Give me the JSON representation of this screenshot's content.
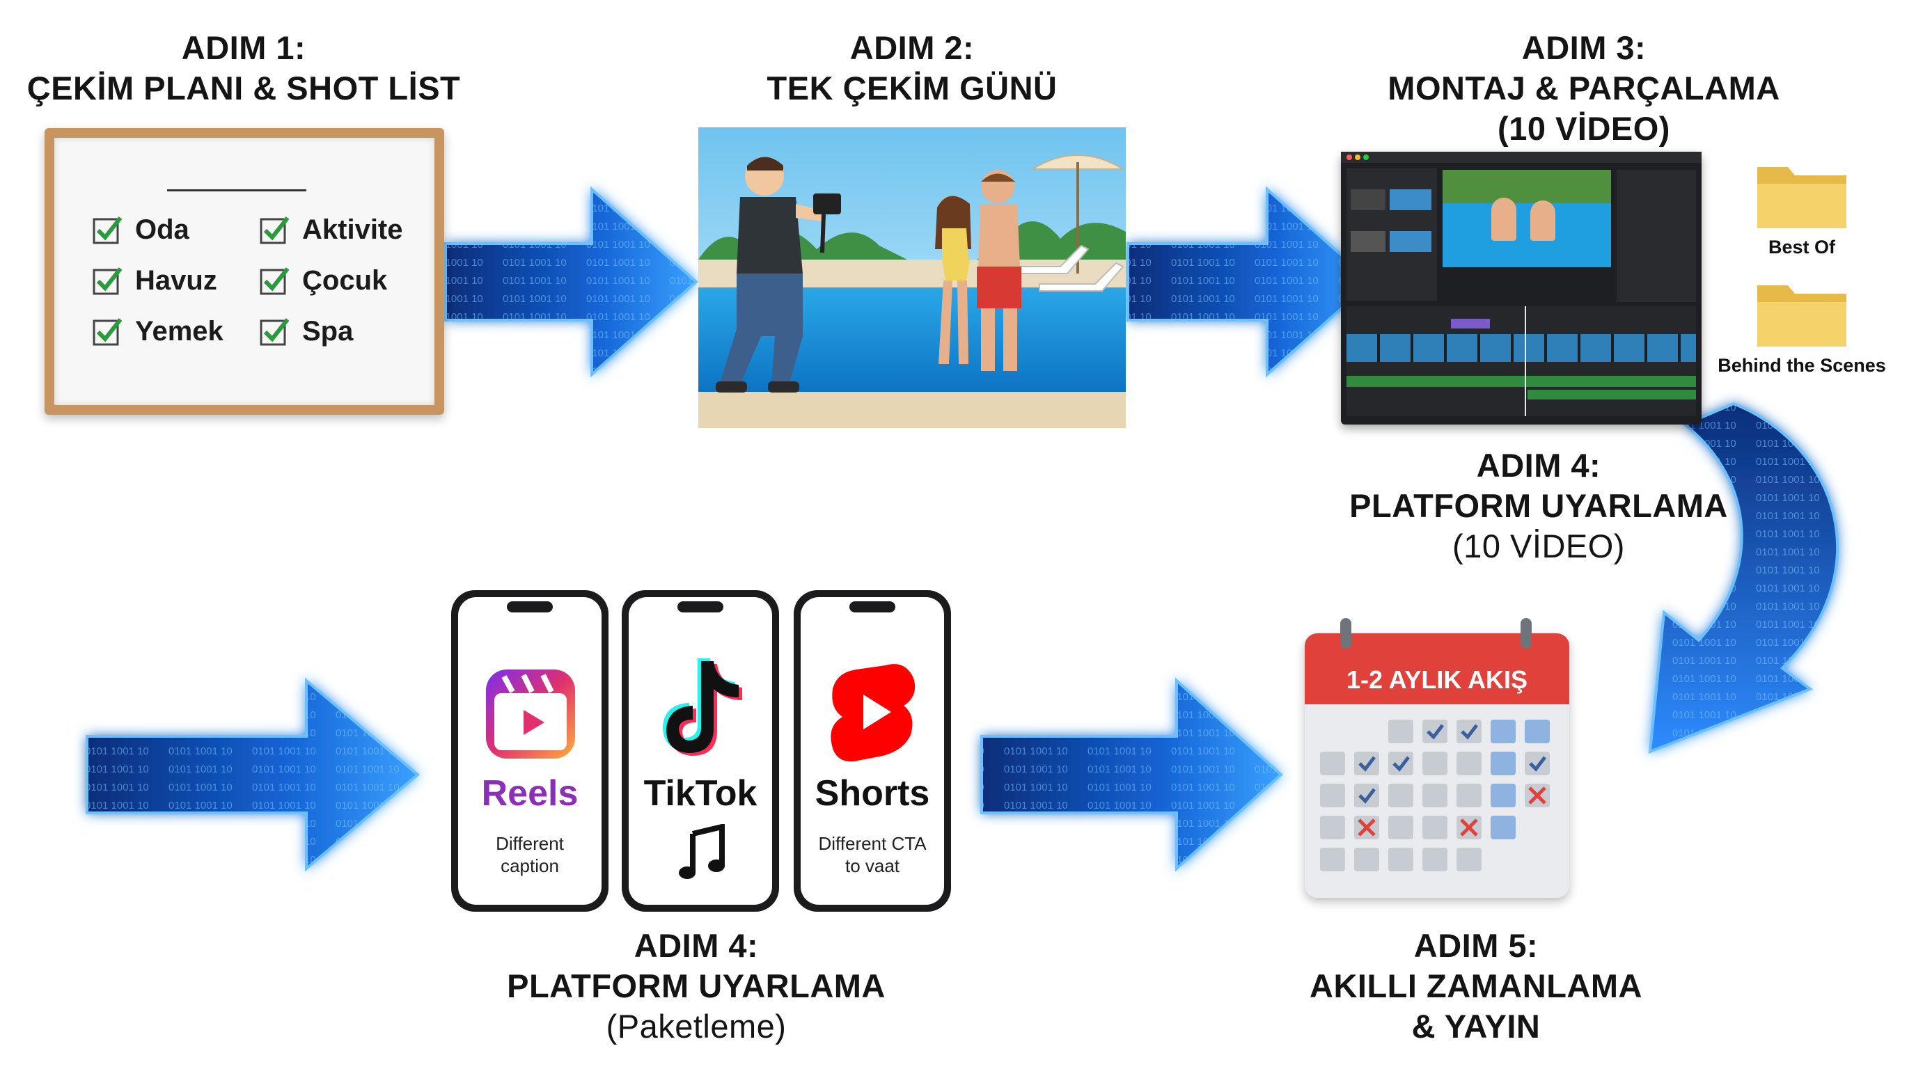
{
  "steps": {
    "step1": {
      "label": "ADIM 1:",
      "title": "ÇEKİM PLANI & SHOT LİST"
    },
    "step2": {
      "label": "ADIM 2:",
      "title": "TEK ÇEKİM GÜNÜ"
    },
    "step3": {
      "label": "ADIM 3:",
      "title": "MONTAJ & PARÇALAMA",
      "sub": "(10 VİDEO)"
    },
    "step4a": {
      "label": "ADIM 4:",
      "title": "PLATFORM UYARLAMA",
      "sub": "(10 VİDEO)"
    },
    "step4b": {
      "label": "ADIM 4:",
      "title": "PLATFORM UYARLAMA",
      "sub": "(Paketleme)"
    },
    "step5": {
      "label": "ADIM 5:",
      "title": "AKILLI ZAMANLAMA",
      "title2": "& YAYIN"
    }
  },
  "checklist": [
    "Oda",
    "Havuz",
    "Yemek",
    "Aktivite",
    "Çocuk",
    "Spa"
  ],
  "folders": [
    "Best Of",
    "Behind the Scenes"
  ],
  "phones": {
    "reels": {
      "name": "Reels",
      "caption": "Different caption"
    },
    "tiktok": {
      "name": "TikTok"
    },
    "shorts": {
      "name": "Shorts",
      "caption": "Different CTA to vaat"
    }
  },
  "calendar": {
    "header": "1-2 AYLIK AKIŞ"
  },
  "colors": {
    "arrow": "#1a6fd8",
    "arrow_glow": "#5fb2ff",
    "check_green": "#2a9b3a",
    "calendar_red": "#e0413b",
    "reels_purple": "#8b2fb8",
    "shorts_red": "#ff0000"
  },
  "icons": [
    "checkbox-icon",
    "folder-icon",
    "reels-icon",
    "tiktok-icon",
    "shorts-icon",
    "music-note-icon",
    "calendar-icon"
  ]
}
